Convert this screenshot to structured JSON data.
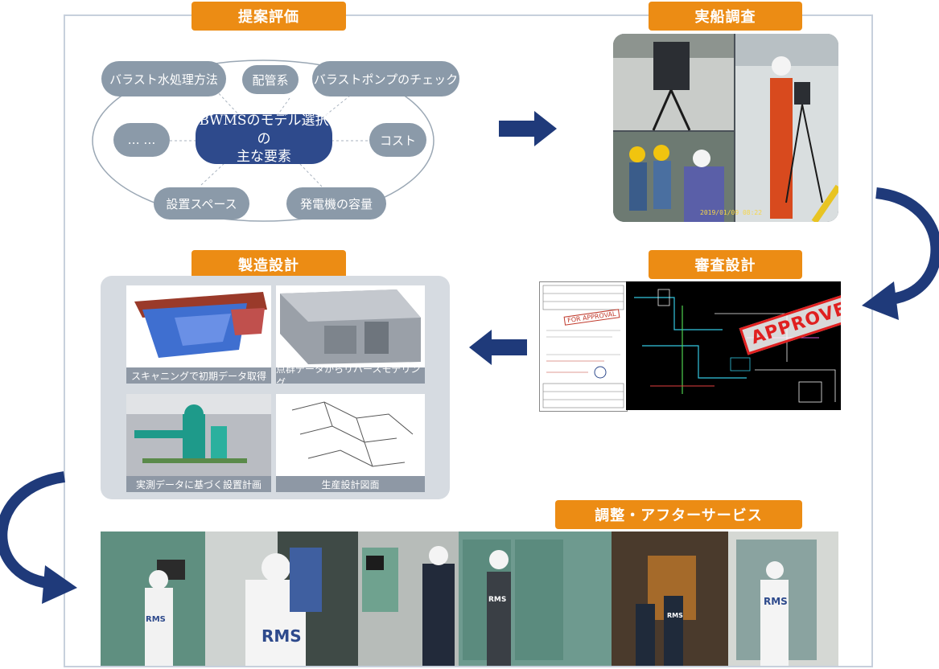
{
  "stages": {
    "proposal": {
      "title": "提案評価"
    },
    "survey": {
      "title": "実船調査"
    },
    "manufacturing": {
      "title": "製造設計"
    },
    "review": {
      "title": "審査設計"
    },
    "service": {
      "title": "調整・アフターサービス"
    }
  },
  "factors": {
    "center_line1": "BWMSのモデル選択の",
    "center_line2": "主な要素",
    "items": [
      "バラスト水処理方法",
      "配管系",
      "バラストポンプのチェック",
      "… …",
      "コスト",
      "設置スペース",
      "発電機の容量"
    ]
  },
  "manufacturing_tiles": [
    "スキャニングで初期データ取得",
    "点群データからリバースモデリング",
    "実測データに基づく設置計画",
    "生産設計図面"
  ],
  "review_doc": {
    "stamp": "APPROVED",
    "approval_mark": "FOR APPROVAL"
  },
  "survey_photo": {
    "timestamp": "2019/01/09 08:22"
  },
  "workers": {
    "badge": "RMS"
  },
  "colors": {
    "accent_orange": "#ec8c14",
    "navy": "#1f3a7a",
    "pill_gray": "#8b9aa9",
    "frame_gray": "#c7d0dc"
  }
}
